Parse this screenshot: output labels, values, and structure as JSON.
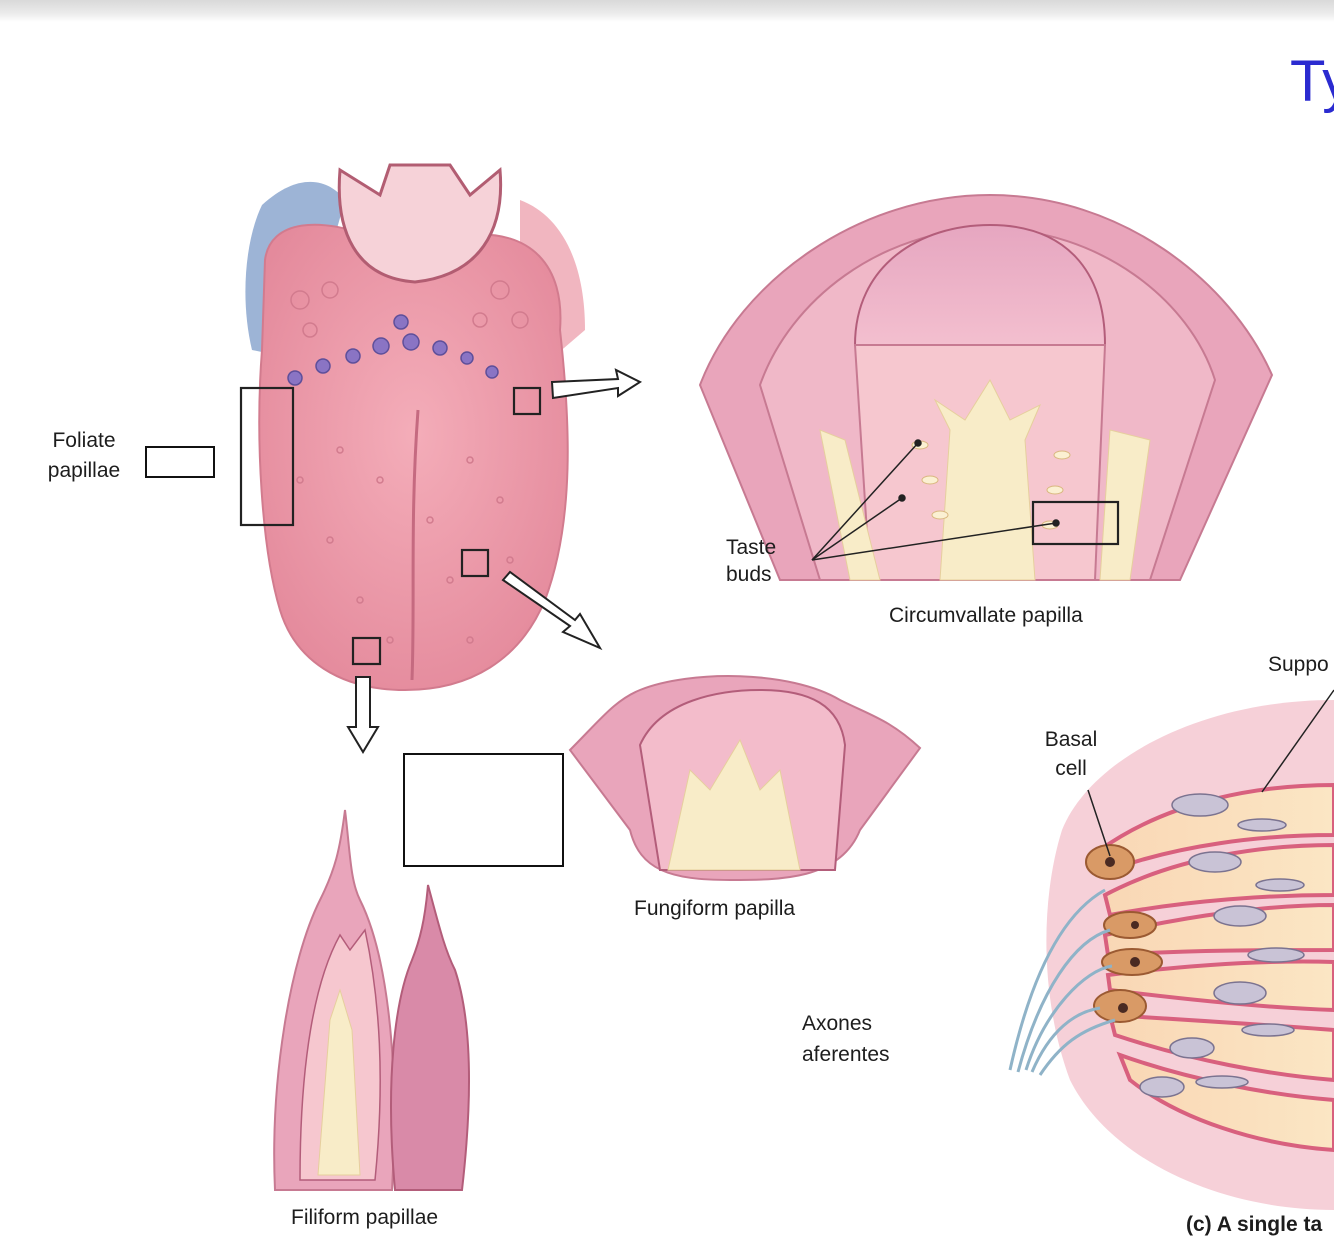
{
  "header": {
    "title": "Ty"
  },
  "labels": {
    "foliate_line1": "Foliate",
    "foliate_line2": "papillae",
    "taste_line1": "Taste",
    "taste_line2": "buds",
    "circumvallate": "Circumvallate papilla",
    "fungiform": "Fungiform papilla",
    "filiform": "Filiform papillae",
    "axones_line1": "Axones",
    "axones_line2": "aferentes",
    "basal_line1": "Basal",
    "basal_line2": "cell",
    "supporting": "Suppo",
    "caption_c": "(c) A single ta"
  },
  "colors": {
    "title": "#2b2bd0",
    "tongue": "#f0a0ae",
    "tissue_light": "#f6c7cf",
    "tissue_dark": "#d96b86",
    "nerve": "#f8ecc8",
    "pharynx_blue": "#9db4d6",
    "papilla_purple": "#8a74c4",
    "basal_cell": "#d99a66"
  }
}
